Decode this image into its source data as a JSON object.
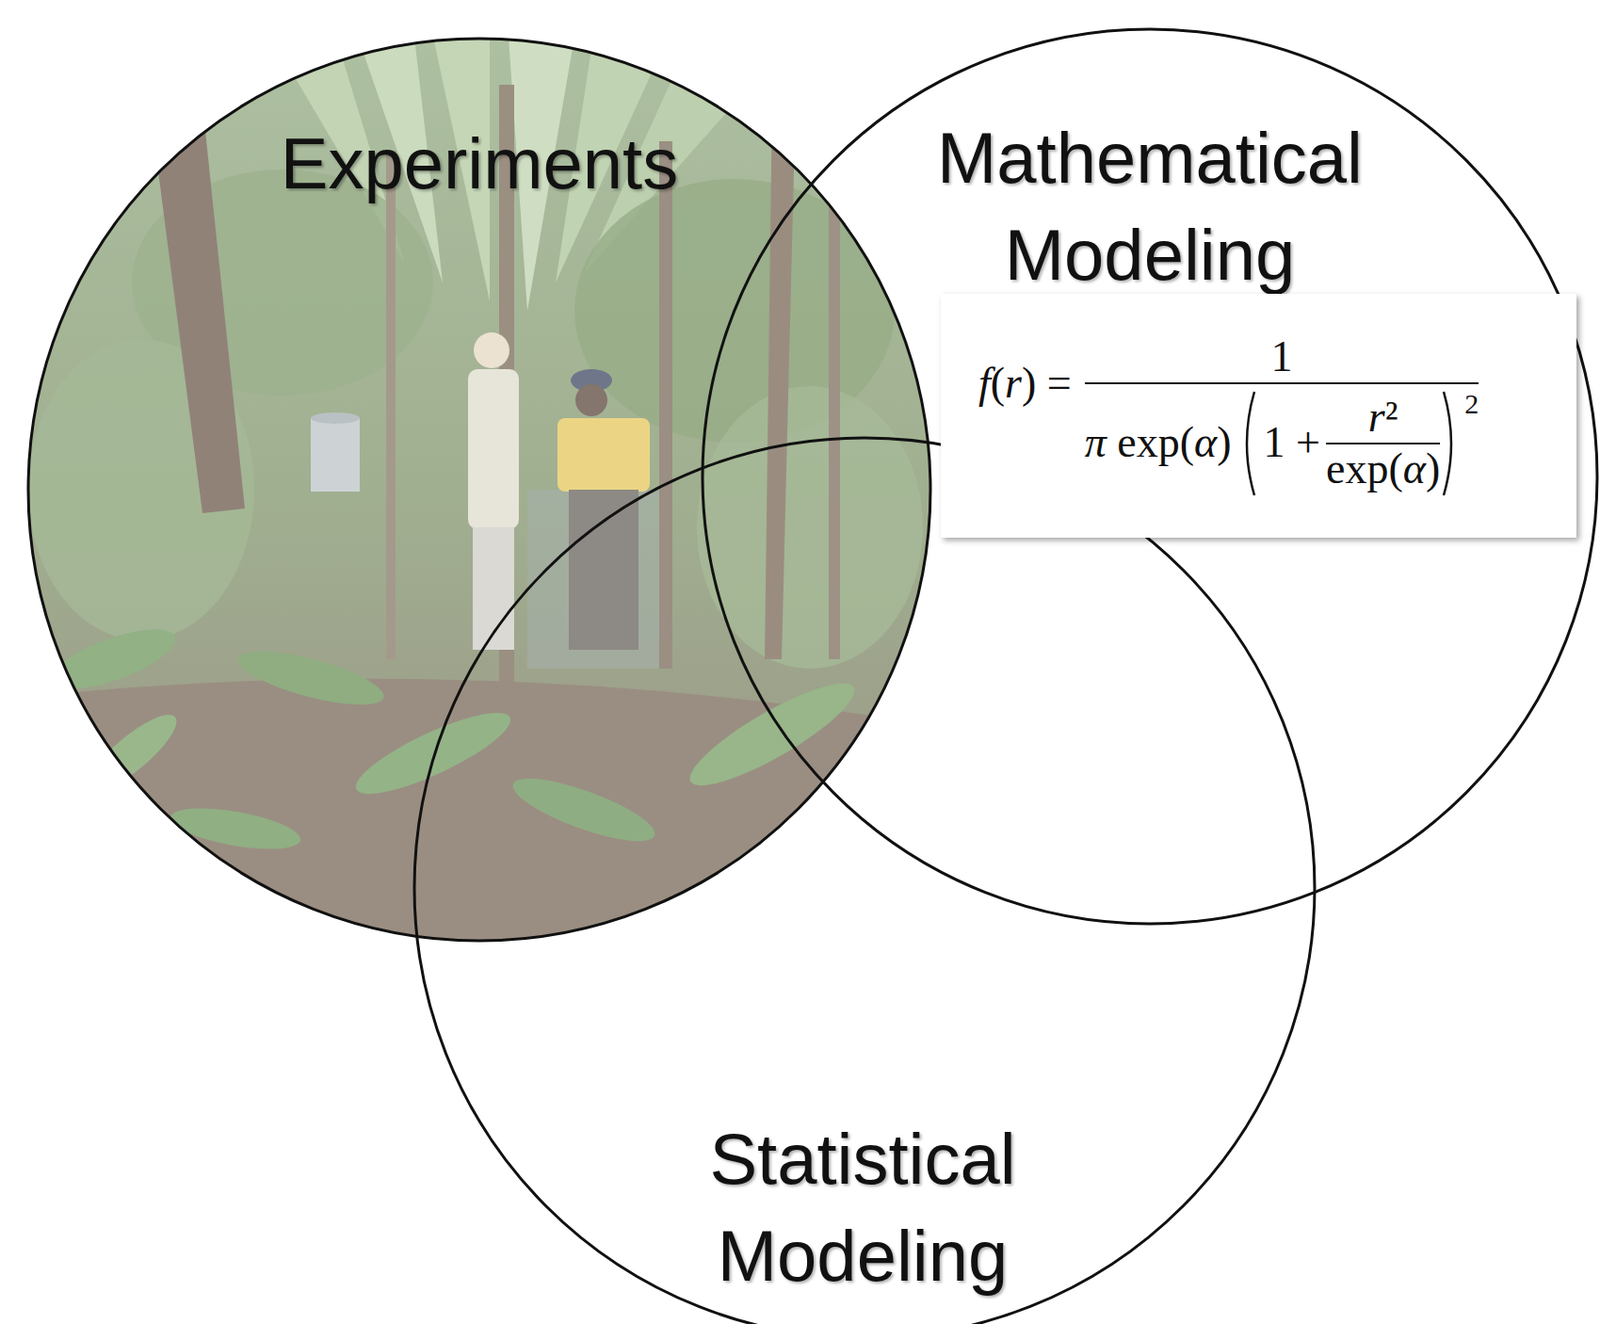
{
  "diagram": {
    "nodes": [
      {
        "text": [
          "Experiments"
        ]
      },
      {
        "text": [
          "Mathematical Modeling"
        ]
      },
      {
        "text": [
          "f(r) =",
          "1",
          "π exp(α)",
          "1 +",
          "r²",
          "exp(α)",
          "2"
        ],
        "in": 1
      },
      {
        "text": [
          "Statistical Modeling"
        ]
      }
    ]
  }
}
